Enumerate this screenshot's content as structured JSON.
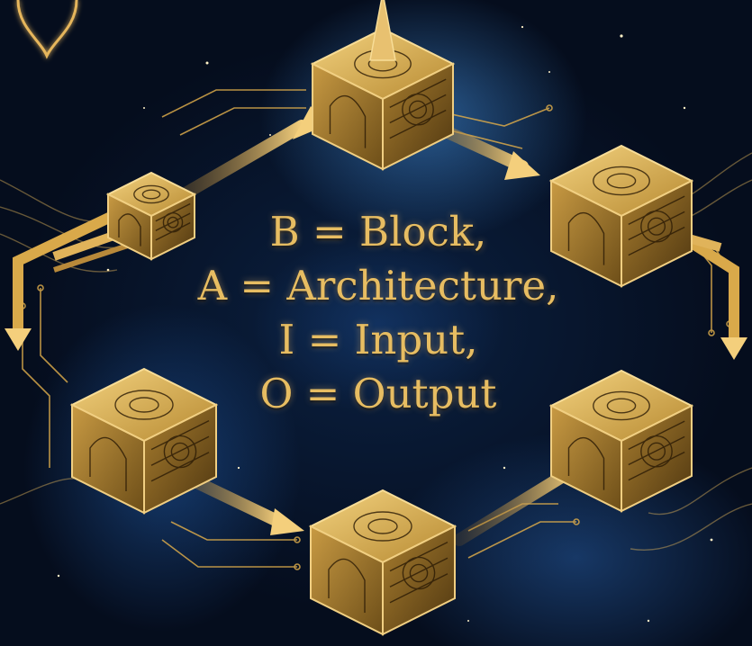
{
  "legend": {
    "lines": [
      "B = Block,",
      "A = Architecture,",
      "I = Input,",
      "O = Output"
    ]
  },
  "colors": {
    "gold": "#d9a94a",
    "gold_light": "#f5d58a",
    "space_blue": "#0b2142",
    "nebula_blue": "#3f8fd6"
  },
  "icons": [
    "heart-icon"
  ]
}
